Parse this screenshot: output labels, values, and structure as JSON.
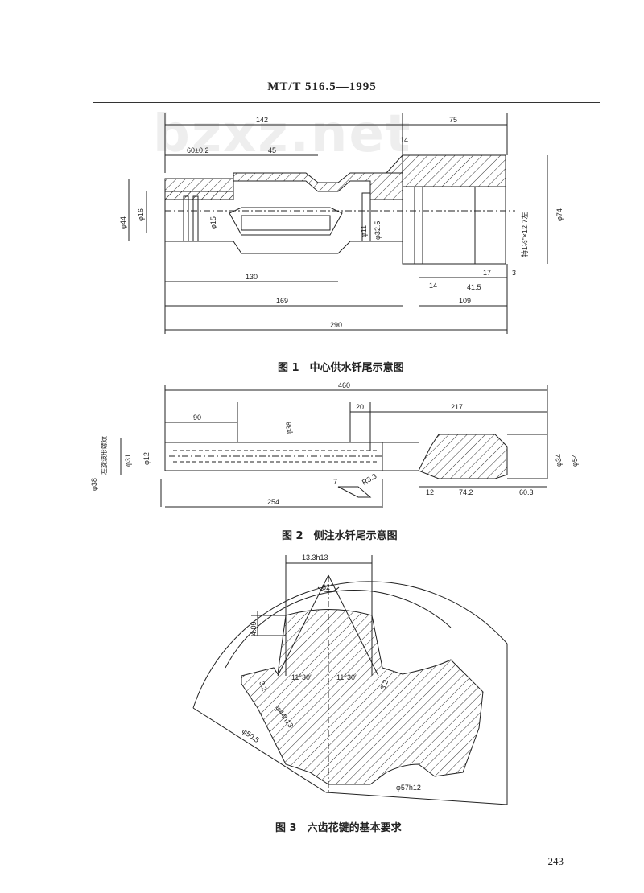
{
  "header": {
    "standard_no": "MT/T 516.5—1995"
  },
  "watermark": "bzxz.net",
  "figures": [
    {
      "caption": "图 1　中心供水钎尾示意图",
      "dims": {
        "d142": "142",
        "d75": "75",
        "d60": "60±0.2",
        "d45": "45",
        "d14a": "14",
        "d44": "φ44",
        "d16": "φ16",
        "d15": "φ15",
        "d11": "φ11",
        "d32": "φ32.5",
        "thread": "特1½\"×12.7左",
        "d74": "φ74",
        "d130": "130",
        "d14b": "14",
        "d17": "17",
        "d3": "3",
        "d41": "41.5",
        "d169": "169",
        "d109": "109",
        "d290": "290"
      }
    },
    {
      "caption": "图 2　侧注水钎尾示意图",
      "dims": {
        "d460": "460",
        "d90": "90",
        "d20": "20",
        "d217": "217",
        "d38b": "φ38",
        "d38a": "φ38",
        "dleft": "左旋波形螺纹",
        "d31": "φ31",
        "d12": "φ12",
        "d34": "φ34",
        "d54": "φ54",
        "d7": "7",
        "r33": "R3.3",
        "d254": "254",
        "d12b": "12",
        "d74": "74.2",
        "d60": "60.3"
      }
    },
    {
      "caption": "图 3　六齿花键的基本要求",
      "dims": {
        "d13": "13.3h13",
        "d82": "82°",
        "d409": "4.09",
        "a1": "11°30′",
        "a2": "11°30′",
        "d32a": "3.2",
        "d32b": "3.2",
        "d44": "φ44h13",
        "d505": "φ50.5",
        "d57": "φ57h12"
      }
    }
  ],
  "page_number": "243"
}
